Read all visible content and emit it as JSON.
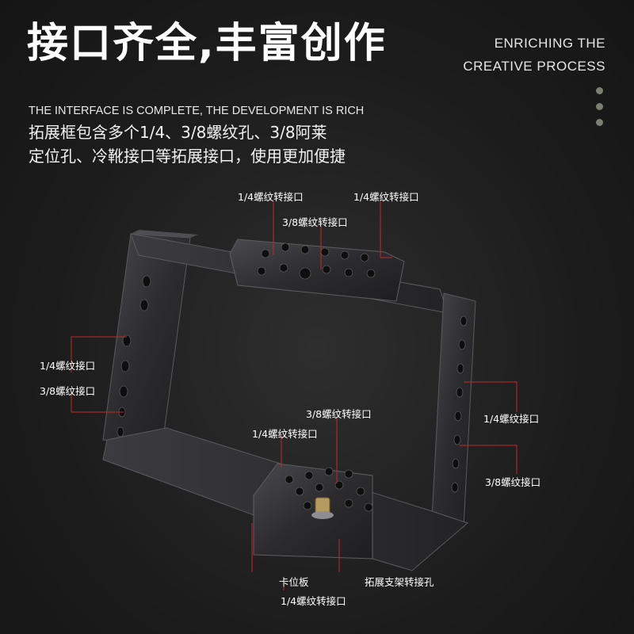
{
  "header": {
    "title": "接口齐全,丰富创作",
    "en_title_line1": "ENRICHING THE",
    "en_title_line2": "CREATIVE PROCESS",
    "subtitle_en": "THE INTERFACE IS COMPLETE, THE DEVELOPMENT IS RICH",
    "desc_line1": "拓展框包含多个1/4、3/8螺纹孔、3/8阿莱",
    "desc_line2": "定位孔、冷靴接口等拓展接口，使用更加便捷"
  },
  "labels": {
    "top_left_adapter": "1/4螺纹转接口",
    "top_right_adapter": "1/4螺纹转接口",
    "top_38_adapter": "3/8螺纹转接口",
    "left_14": "1/4螺纹接口",
    "left_38": "3/8螺纹接口",
    "right_14": "1/4螺纹接口",
    "right_38": "3/8螺纹接口",
    "bottom_38_adapter": "3/8螺纹转接口",
    "bottom_14_adapter": "1/4螺纹转接口",
    "lock_plate": "卡位板",
    "bottom_14_adapter_2": "1/4螺纹转接口",
    "bracket_adapter_hole": "拓展支架转接孔"
  },
  "colors": {
    "accent_line": "#c0282d",
    "metal": "#3a3a3c",
    "metal_edge": "#5a5a5e"
  }
}
